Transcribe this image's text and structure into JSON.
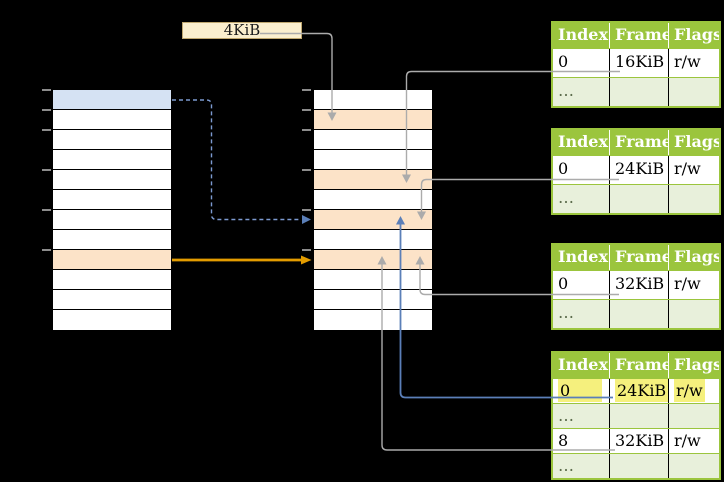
{
  "colors": {
    "background": "#000000",
    "table_header_green": "#9BC53D",
    "table_border_green": "#9BC53D",
    "table_row_light_green": "#E8F0DB",
    "memory_row_white": "#FFFFFF",
    "memory_row_blue": "#D5E2F3",
    "memory_row_orange": "#FCE3C8",
    "label_box_cream": "#FBEFCE",
    "label_box_border": "#BFA76F",
    "arrow_gray": "#ABABAB",
    "arrow_blue": "#5B7FB8",
    "arrow_blue_dashed": "#7C9AD0",
    "arrow_orange": "#E39C00",
    "highlight_yellow": "#F5F07D",
    "tick_gray": "#8C8C8C",
    "ellipsis_text": "#5A6A4A",
    "body_text": "#000000",
    "header_text": "#FFFFFF"
  },
  "frame_size_label": {
    "text": "4KiB"
  },
  "left_memory_table": {
    "rows": 12,
    "highlighted_rows": [
      {
        "row": 0,
        "color": "blue"
      },
      {
        "row": 8,
        "color": "orange"
      }
    ],
    "tick_rows": [
      0,
      1,
      2,
      4,
      6,
      8
    ]
  },
  "middle_memory_table": {
    "rows": 12,
    "highlighted_rows": [
      {
        "row": 1,
        "color": "orange"
      },
      {
        "row": 4,
        "color": "orange"
      },
      {
        "row": 6,
        "color": "orange"
      },
      {
        "row": 8,
        "color": "orange"
      }
    ],
    "tick_rows": [
      0,
      1,
      2,
      4,
      6,
      8
    ]
  },
  "page_tables": [
    {
      "id": "page-table-1",
      "columns": [
        "Index",
        "Frame",
        "Flags"
      ],
      "rows": [
        {
          "cells": [
            "0",
            "16KiB",
            "r/w"
          ],
          "shaded": false,
          "highlighted": false
        },
        {
          "cells": [
            "…",
            "",
            ""
          ],
          "shaded": true,
          "highlighted": false
        }
      ]
    },
    {
      "id": "page-table-2",
      "columns": [
        "Index",
        "Frame",
        "Flags"
      ],
      "rows": [
        {
          "cells": [
            "0",
            "24KiB",
            "r/w"
          ],
          "shaded": false,
          "highlighted": false
        },
        {
          "cells": [
            "…",
            "",
            ""
          ],
          "shaded": true,
          "highlighted": false
        }
      ]
    },
    {
      "id": "page-table-3",
      "columns": [
        "Index",
        "Frame",
        "Flags"
      ],
      "rows": [
        {
          "cells": [
            "0",
            "32KiB",
            "r/w"
          ],
          "shaded": false,
          "highlighted": false
        },
        {
          "cells": [
            "…",
            "",
            ""
          ],
          "shaded": true,
          "highlighted": false
        }
      ]
    },
    {
      "id": "page-table-4",
      "columns": [
        "Index",
        "Frame",
        "Flags"
      ],
      "rows": [
        {
          "cells": [
            "0",
            "24KiB",
            "r/w"
          ],
          "shaded": false,
          "highlighted": true
        },
        {
          "cells": [
            "…",
            "",
            ""
          ],
          "shaded": true,
          "highlighted": false
        },
        {
          "cells": [
            "8",
            "32KiB",
            "r/w"
          ],
          "shaded": false,
          "highlighted": false
        },
        {
          "cells": [
            "…",
            "",
            ""
          ],
          "shaded": true,
          "highlighted": false
        }
      ]
    }
  ]
}
